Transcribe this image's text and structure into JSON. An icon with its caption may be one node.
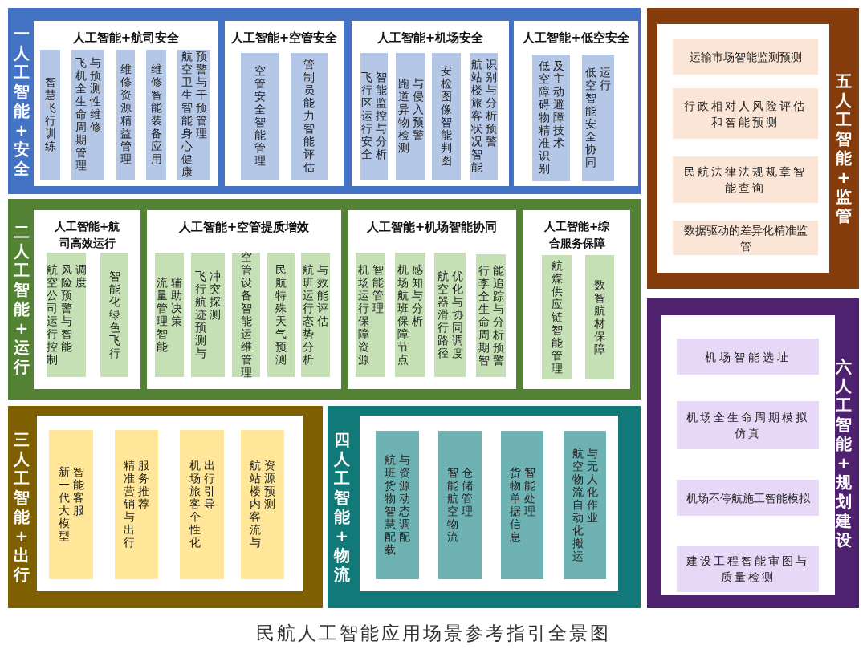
{
  "diagram": {
    "caption": "民航人工智能应用场景参考指引全景图",
    "nodes": [
      {
        "text": [
          "一人工智能+安全"
        ]
      },
      {
        "text": [
          "人工智能+航司安全"
        ],
        "in": 0
      },
      {
        "text": [
          "智慧飞行训练"
        ],
        "in": 1
      },
      {
        "text": [
          "飞机全生命周期管理与预测性维修"
        ],
        "in": 1
      },
      {
        "text": [
          "维修资源精益管理"
        ],
        "in": 1
      },
      {
        "text": [
          "维修智能装备应用"
        ],
        "in": 1
      },
      {
        "text": [
          "航空卫生智能身心健康预警与干预管理"
        ],
        "in": 1
      },
      {
        "text": [
          "人工智能+空管安全"
        ],
        "in": 0
      },
      {
        "text": [
          "空管安全智能管理"
        ],
        "in": 7
      },
      {
        "text": [
          "管制员能力智能评估"
        ],
        "in": 7
      },
      {
        "text": [
          "人工智能+机场安全"
        ],
        "in": 0
      },
      {
        "text": [
          "飞行区运行安全智能监控与分析"
        ],
        "in": 10
      },
      {
        "text": [
          "跑道异物检测与侵入预警"
        ],
        "in": 10
      },
      {
        "text": [
          "安检图像智能判图"
        ],
        "in": 10
      },
      {
        "text": [
          "航站楼旅客状况智能识别与分析预警"
        ],
        "in": 10
      },
      {
        "text": [
          "人工智能+低空安全"
        ],
        "in": 0
      },
      {
        "text": [
          "低空障碍物精准识别及主动避障技术"
        ],
        "in": 15
      },
      {
        "text": [
          "低空智能安全协同运行"
        ],
        "in": 15
      },
      {
        "text": [
          "二人工智能+运行"
        ]
      },
      {
        "text": [
          "人工智能+航司高效运行"
        ],
        "in": 18
      },
      {
        "text": [
          "航空公司运行控制风险预警与智能调度"
        ],
        "in": 19
      },
      {
        "text": [
          "智能化绿色飞行"
        ],
        "in": 19
      },
      {
        "text": [
          "人工智能+空管提质增效"
        ],
        "in": 18
      },
      {
        "text": [
          "流量管理智能辅助决策"
        ],
        "in": 22
      },
      {
        "text": [
          "飞行航迹预测与冲突探测"
        ],
        "in": 22
      },
      {
        "text": [
          "空管设备智能运维管理"
        ],
        "in": 22
      },
      {
        "text": [
          "民航特殊天气预测"
        ],
        "in": 22
      },
      {
        "text": [
          "航班运行态势分析与效能评估"
        ],
        "in": 22
      },
      {
        "text": [
          "人工智能+机场智能协同"
        ],
        "in": 18
      },
      {
        "text": [
          "机场运行保障资源智能管理"
        ],
        "in": 28
      },
      {
        "text": [
          "机场航班保障节点感知与分析"
        ],
        "in": 28
      },
      {
        "text": [
          "航空器滑行路径优化与协同调度"
        ],
        "in": 28
      },
      {
        "text": [
          "行李全生命周期智能追踪与分析预警"
        ],
        "in": 28
      },
      {
        "text": [
          "人工智能+综合服务保障"
        ],
        "in": 18
      },
      {
        "text": [
          "航煤供应链智能管理"
        ],
        "in": 33
      },
      {
        "text": [
          "数智航材保障"
        ],
        "in": 33
      },
      {
        "text": [
          "三人工智能+出行"
        ]
      },
      {
        "text": [],
        "shape": "box",
        "in": 36
      },
      {
        "text": [
          "新一代大模型智能客服"
        ],
        "in": 37
      },
      {
        "text": [
          "精准营销与出行服务推荐"
        ],
        "in": 37
      },
      {
        "text": [
          "机场旅客个性化出行引导"
        ],
        "in": 37
      },
      {
        "text": [
          "航站楼内客流与资源预测"
        ],
        "in": 37
      },
      {
        "text": [
          "四人工智能+物流"
        ]
      },
      {
        "text": [],
        "shape": "box",
        "in": 42
      },
      {
        "text": [
          "航班货物智慧配载与资源动态调配"
        ],
        "in": 43
      },
      {
        "text": [
          "智能航空物流仓储管理"
        ],
        "in": 43
      },
      {
        "text": [
          "货物单据信息智能处理"
        ],
        "in": 43
      },
      {
        "text": [
          "航空物流自动化搬运与无人化作业"
        ],
        "in": 43
      },
      {
        "text": [
          "五人工智能+监管"
        ]
      },
      {
        "text": [],
        "shape": "box",
        "in": 48
      },
      {
        "text": [
          "运输市场智能监测预测"
        ],
        "in": 49
      },
      {
        "text": [
          "行政相对人风险评估和智能预测"
        ],
        "in": 49
      },
      {
        "text": [
          "民航法律法规规章智能查询"
        ],
        "in": 49
      },
      {
        "text": [
          "数据驱动的差异化精准监管"
        ],
        "in": 49
      },
      {
        "text": [
          "六人工智能+规划建设"
        ]
      },
      {
        "text": [],
        "shape": "box",
        "in": 54
      },
      {
        "text": [
          "机场智能选址"
        ],
        "in": 55
      },
      {
        "text": [
          "机场全生命周期模拟仿真"
        ],
        "in": 55
      },
      {
        "text": [
          "机场不停航施工智能模拟"
        ],
        "in": 55
      },
      {
        "text": [
          "建设工程智能审图与质量检测"
        ],
        "in": 55
      }
    ]
  }
}
